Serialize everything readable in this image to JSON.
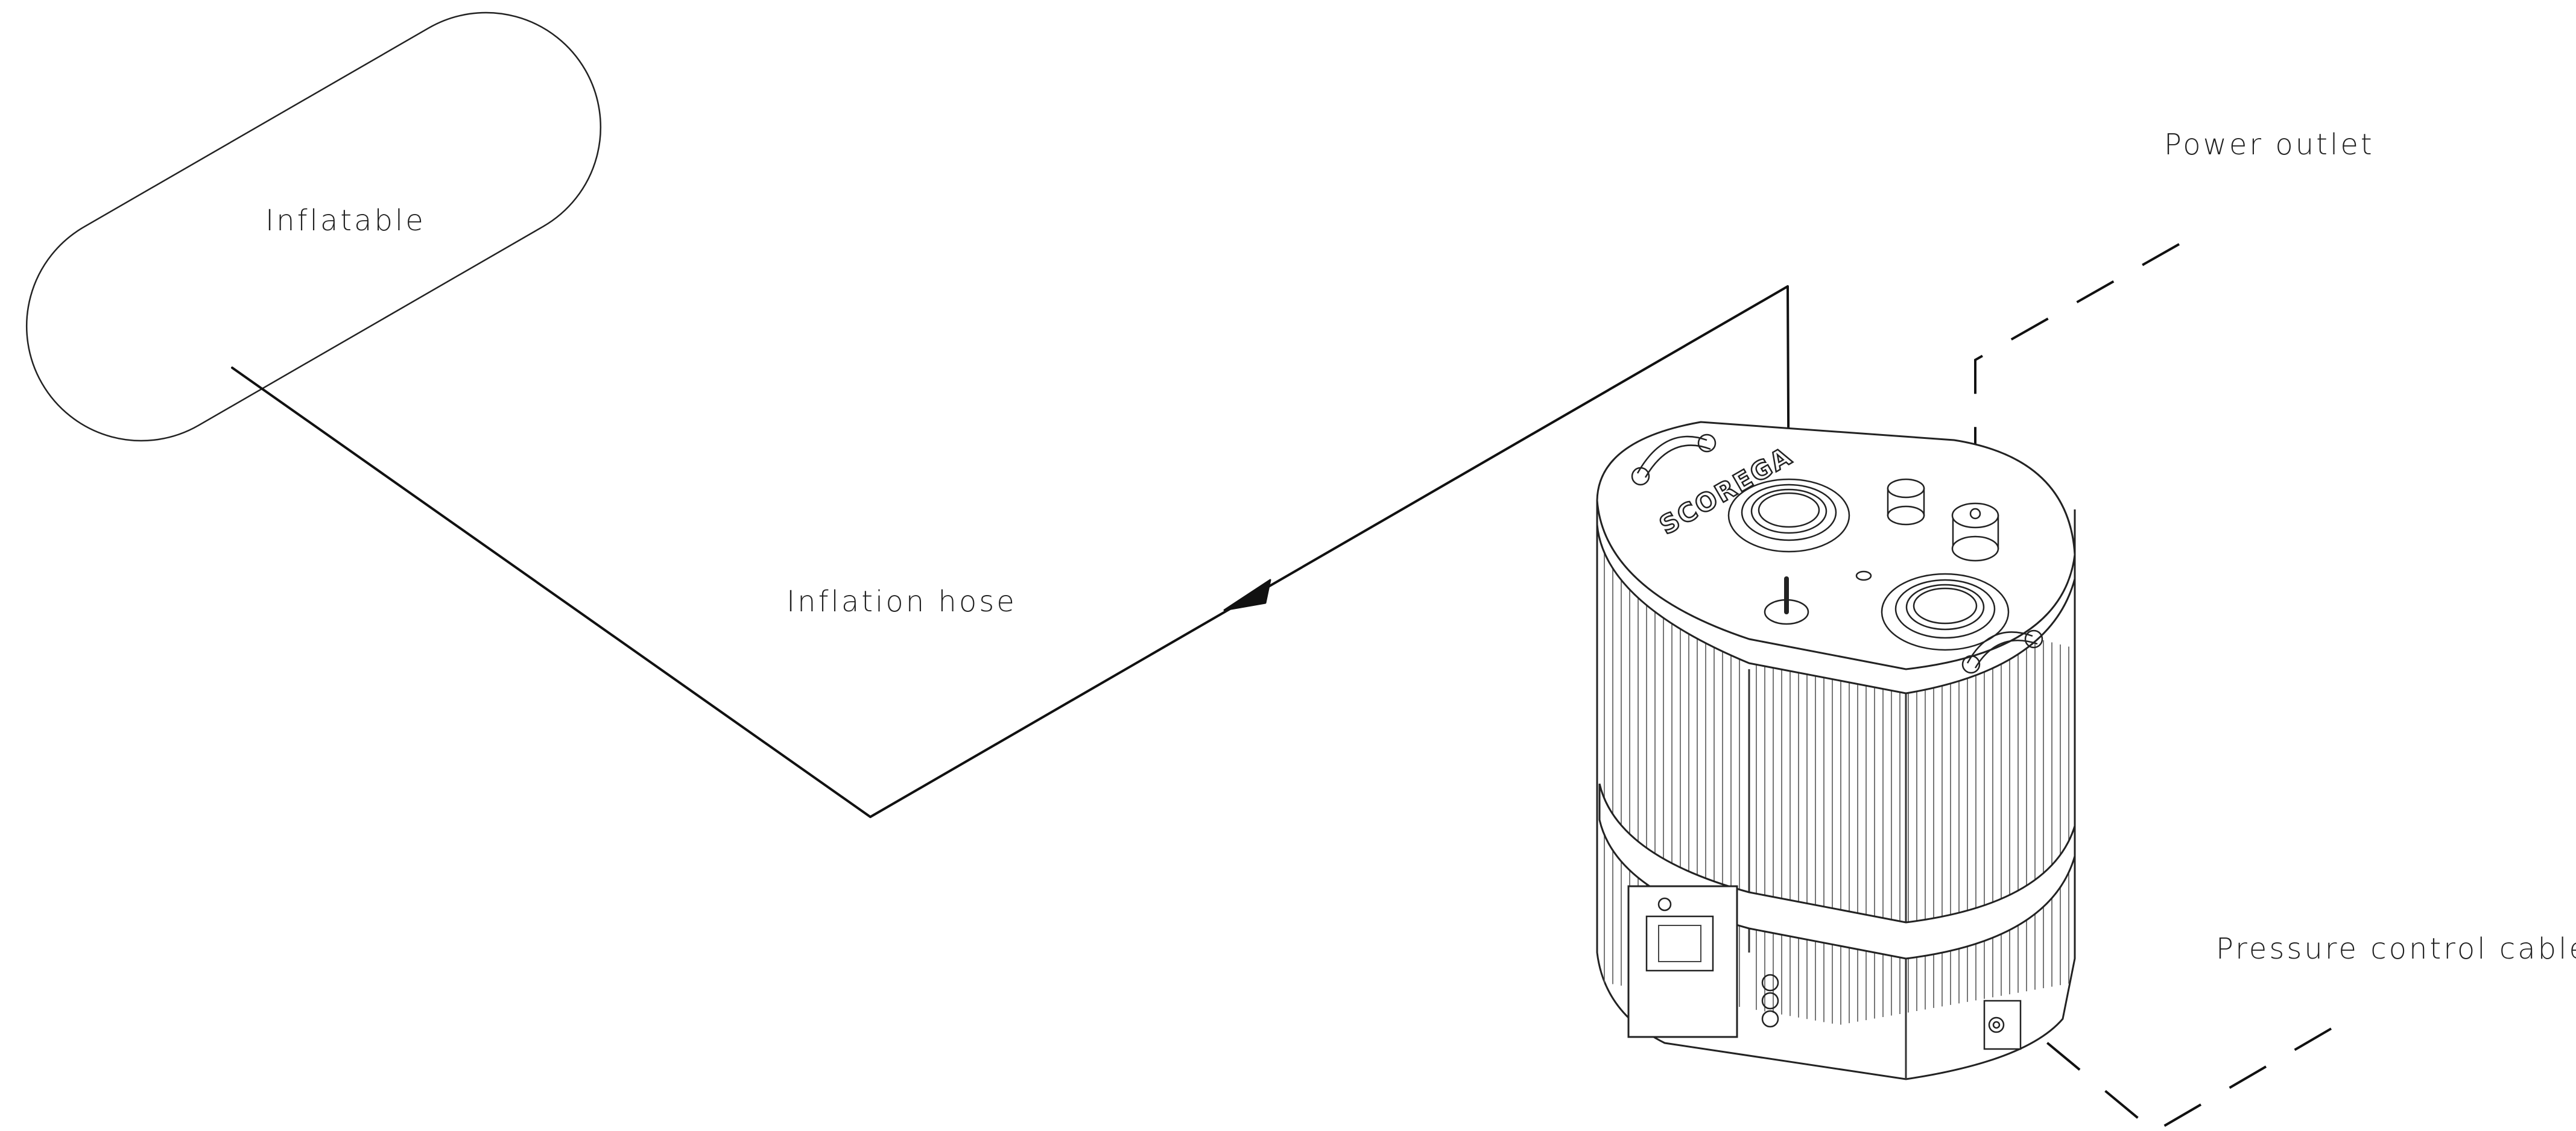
{
  "labels": {
    "inflatable": "Inflatable",
    "inflation_hose": "Inflation hose",
    "power_outlet": "Power outlet",
    "pressure_control_cable": "Pressure control cable"
  },
  "device": {
    "brand_logo": "SCOREGA"
  },
  "colors": {
    "line": "#111111",
    "background": "#ffffff"
  }
}
